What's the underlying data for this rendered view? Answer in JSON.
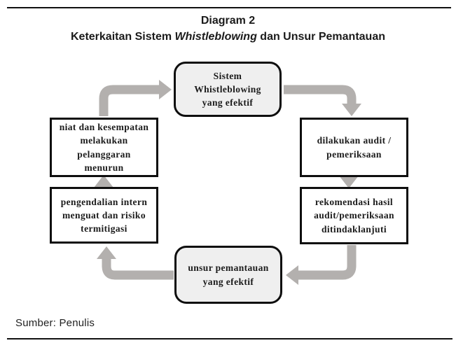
{
  "theme": {
    "arrow": "#b3b0ae",
    "node-fill": "#efefef",
    "node-border": "#0e0e0e",
    "rule": "#111111",
    "text": "#1b1b1b"
  },
  "header": {
    "title": "Diagram 2",
    "subtitle_prefix": "Keterkaitan Sistem ",
    "subtitle_italic": "Whistleblowing",
    "subtitle_suffix": " dan Unsur Pemantauan"
  },
  "diagram": {
    "nodes": [
      {
        "id": "sistem-whistleblowing",
        "shape": "rounded",
        "lines": [
          "Sistem",
          "Whistleblowing",
          "yang efektif"
        ]
      },
      {
        "id": "dilakukan-audit",
        "shape": "rect",
        "lines": [
          "dilakukan audit /",
          "pemeriksaan"
        ]
      },
      {
        "id": "rekomendasi-hasil",
        "shape": "rect",
        "lines": [
          "rekomendasi hasil",
          "audit/pemeriksaan",
          "ditindaklanjuti"
        ]
      },
      {
        "id": "unsur-pemantauan",
        "shape": "rounded",
        "lines": [
          "unsur pemantauan",
          "yang efektif"
        ]
      },
      {
        "id": "pengendalian-intern",
        "shape": "rect",
        "lines": [
          "pengendalian intern",
          "menguat dan risiko",
          "termitigasi"
        ]
      },
      {
        "id": "niat-kesempatan",
        "shape": "rect",
        "lines": [
          "niat dan kesempatan",
          "melakukan",
          "pelanggaran",
          "menurun"
        ]
      }
    ],
    "flows": [
      {
        "from": "sistem-whistleblowing",
        "to": "dilakukan-audit"
      },
      {
        "from": "dilakukan-audit",
        "to": "rekomendasi-hasil"
      },
      {
        "from": "rekomendasi-hasil",
        "to": "unsur-pemantauan"
      },
      {
        "from": "unsur-pemantauan",
        "to": "pengendalian-intern"
      },
      {
        "from": "pengendalian-intern",
        "to": "niat-kesempatan"
      },
      {
        "from": "niat-kesempatan",
        "to": "sistem-whistleblowing"
      }
    ]
  },
  "footer": {
    "source": "Sumber: Penulis"
  }
}
